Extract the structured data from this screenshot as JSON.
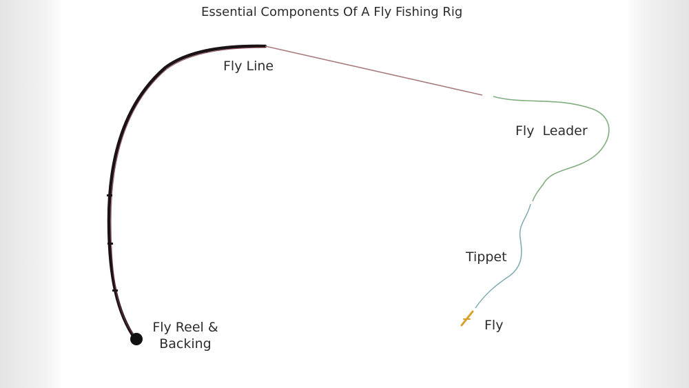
{
  "title": "Essential Components Of A Fly Fishing Rig",
  "labels": {
    "fly_line": "Fly Line",
    "fly_leader": "Fly  Leader",
    "tippet": "Tippet",
    "fly": "Fly",
    "reel_line1": "Fly Reel &",
    "reel_line2": "Backing"
  },
  "colors": {
    "rod": "#1a1214",
    "rod_highlight": "#7a3a44",
    "fly_line": "#a87a7c",
    "leader": "#7fae7e",
    "tippet": "#7faab0",
    "fly": "#d8a028",
    "text": "#2c2c2c"
  }
}
